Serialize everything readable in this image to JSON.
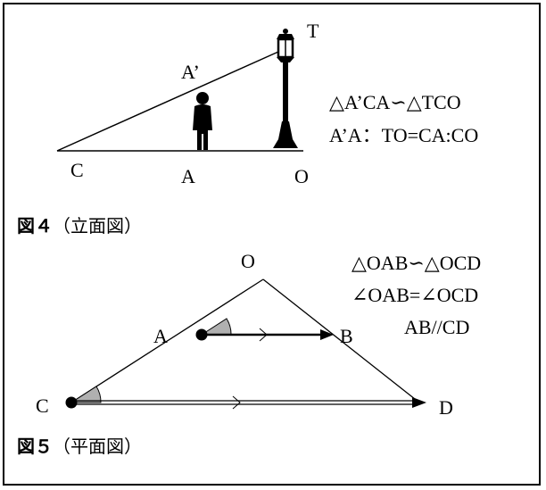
{
  "figure4": {
    "labels": {
      "T": "T",
      "A_prime": "A’",
      "C": "C",
      "A": "A",
      "O": "O"
    },
    "equations": [
      "△A’CA∽△TCO",
      "A’A：TO=CA:CO"
    ],
    "caption_num": "図４",
    "caption_text": "（立面図）",
    "icons": [
      "person-icon",
      "street-lamp-icon"
    ]
  },
  "figure5": {
    "labels": {
      "O": "O",
      "A": "A",
      "B": "B",
      "C": "C",
      "D": "D"
    },
    "equations": [
      "△OAB∽△OCD",
      "∠OAB=∠OCD",
      "AB//CD"
    ],
    "caption_num": "図５",
    "caption_text": "（平面図）"
  },
  "colors": {
    "line": "#000000",
    "angle_fill": "#b0b0b0",
    "background": "#ffffff"
  }
}
